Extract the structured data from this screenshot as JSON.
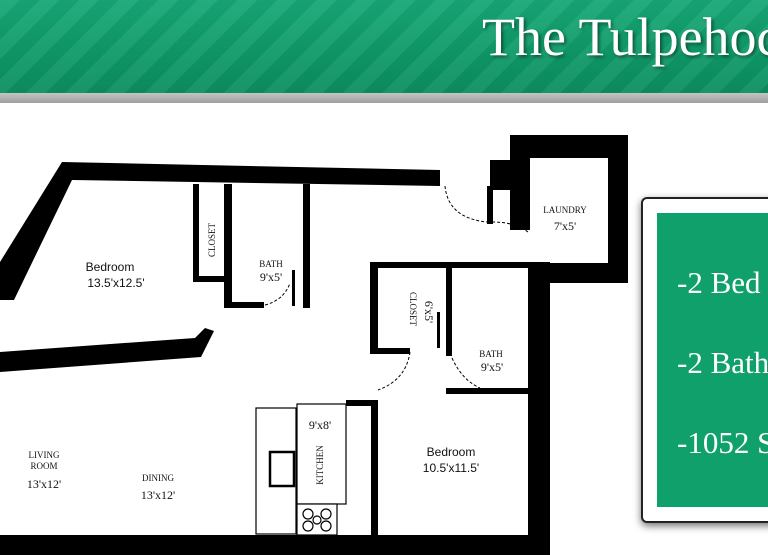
{
  "header": {
    "title": "The Tulpehoc"
  },
  "rooms": {
    "bedroom_1": {
      "name": "Bedroom",
      "size": "13.5'x12.5'"
    },
    "closet_1": {
      "name": "CLOSET"
    },
    "bath_1": {
      "name": "BATH",
      "size": "9'x5'"
    },
    "laundry": {
      "name": "LAUNDRY",
      "size": "7'x5'"
    },
    "closet_2": {
      "name": "CLOSET",
      "size": "6'x5'"
    },
    "bath_2": {
      "name": "BATH",
      "size": "9'x5'"
    },
    "kitchen": {
      "name": "KITCHEN",
      "size": "9'x8'"
    },
    "living": {
      "name_1": "LIVING",
      "name_2": "ROOM",
      "size": "13'x12'"
    },
    "dining": {
      "name": "DINING",
      "size": "13'x12'"
    },
    "bedroom_2": {
      "name": "Bedroom",
      "size": "10.5'x11.5'"
    }
  },
  "features": {
    "line_1": "-2 Bed",
    "line_2": "-2 Bath",
    "line_3": "-1052 S"
  },
  "colors": {
    "brand_green": "#10a06b",
    "wall": "#000000"
  }
}
